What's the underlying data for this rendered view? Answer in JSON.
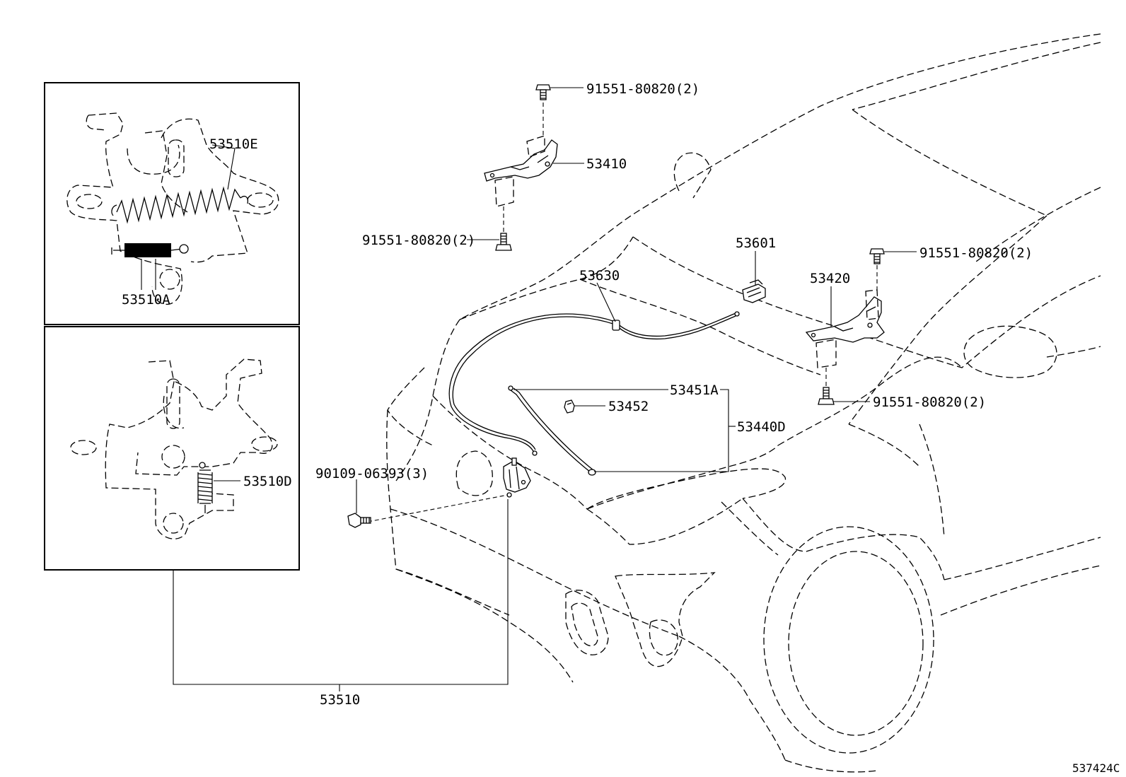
{
  "callouts": {
    "bolt_top_hinge_left": "91551-80820(2)",
    "hinge_left": "53410",
    "bolt_bottom_hinge_left": "91551-80820(2)",
    "switch": "53601",
    "cable": "53630",
    "hinge_right": "53420",
    "bolt_top_hinge_right": "91551-80820(2)",
    "bolt_bottom_hinge_right": "91551-80820(2)",
    "rod": "53451A",
    "clip": "53452",
    "support_set": "53440D",
    "lock_bolt": "90109-06393(3)",
    "inset_spring_e": "53510E",
    "inset_spring_a": "53510A",
    "inset_spring_d": "53510D",
    "lock_assy": "53510"
  },
  "figure_code": "537424C"
}
